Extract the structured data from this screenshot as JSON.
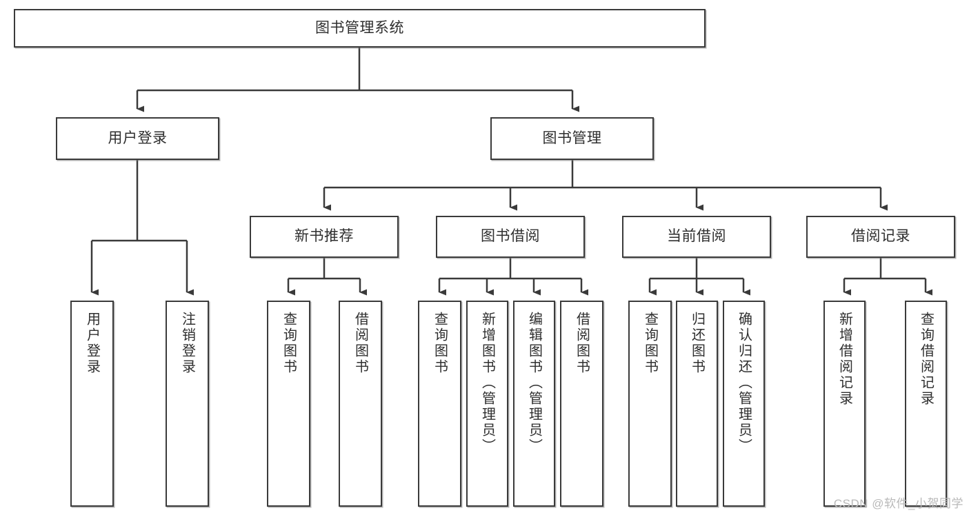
{
  "diagram": {
    "type": "tree-hierarchy",
    "title": "图书管理系统",
    "orientation": "top-down",
    "colors": {
      "border": "#3a3a3a",
      "text": "#2e2e2e",
      "background": "#ffffff",
      "watermark": "#b9b9b9"
    },
    "nodes": {
      "root": {
        "label": "图书管理系统"
      },
      "level2": [
        {
          "id": "user-login",
          "label": "用户登录"
        },
        {
          "id": "book-management",
          "label": "图书管理"
        }
      ],
      "level3": [
        {
          "id": "new-book-recommend",
          "label": "新书推荐"
        },
        {
          "id": "book-borrow",
          "label": "图书借阅"
        },
        {
          "id": "current-borrow",
          "label": "当前借阅"
        },
        {
          "id": "borrow-record",
          "label": "借阅记录"
        }
      ],
      "leaves": [
        {
          "id": "leaf-user-login",
          "label": "用户登录",
          "parent": "user-login"
        },
        {
          "id": "leaf-logout-login",
          "label": "注销登录",
          "parent": "user-login"
        },
        {
          "id": "leaf-query-book-1",
          "label": "查询图书",
          "parent": "new-book-recommend"
        },
        {
          "id": "leaf-borrow-book-1",
          "label": "借阅图书",
          "parent": "new-book-recommend"
        },
        {
          "id": "leaf-query-book-2",
          "label": "查询图书",
          "parent": "book-borrow"
        },
        {
          "id": "leaf-add-book",
          "label": "新增图书（管理员）",
          "parent": "book-borrow"
        },
        {
          "id": "leaf-edit-book",
          "label": "编辑图书（管理员）",
          "parent": "book-borrow"
        },
        {
          "id": "leaf-borrow-book-2",
          "label": "借阅图书",
          "parent": "book-borrow"
        },
        {
          "id": "leaf-query-book-3",
          "label": "查询图书",
          "parent": "current-borrow"
        },
        {
          "id": "leaf-return-book",
          "label": "归还图书",
          "parent": "current-borrow"
        },
        {
          "id": "leaf-confirm-return",
          "label": "确认归还（管理员）",
          "parent": "current-borrow"
        },
        {
          "id": "leaf-add-record",
          "label": "新增借阅记录",
          "parent": "borrow-record"
        },
        {
          "id": "leaf-query-record",
          "label": "查询借阅记录",
          "parent": "borrow-record"
        }
      ]
    },
    "watermark": "CSDN @软件_小贺同学"
  }
}
